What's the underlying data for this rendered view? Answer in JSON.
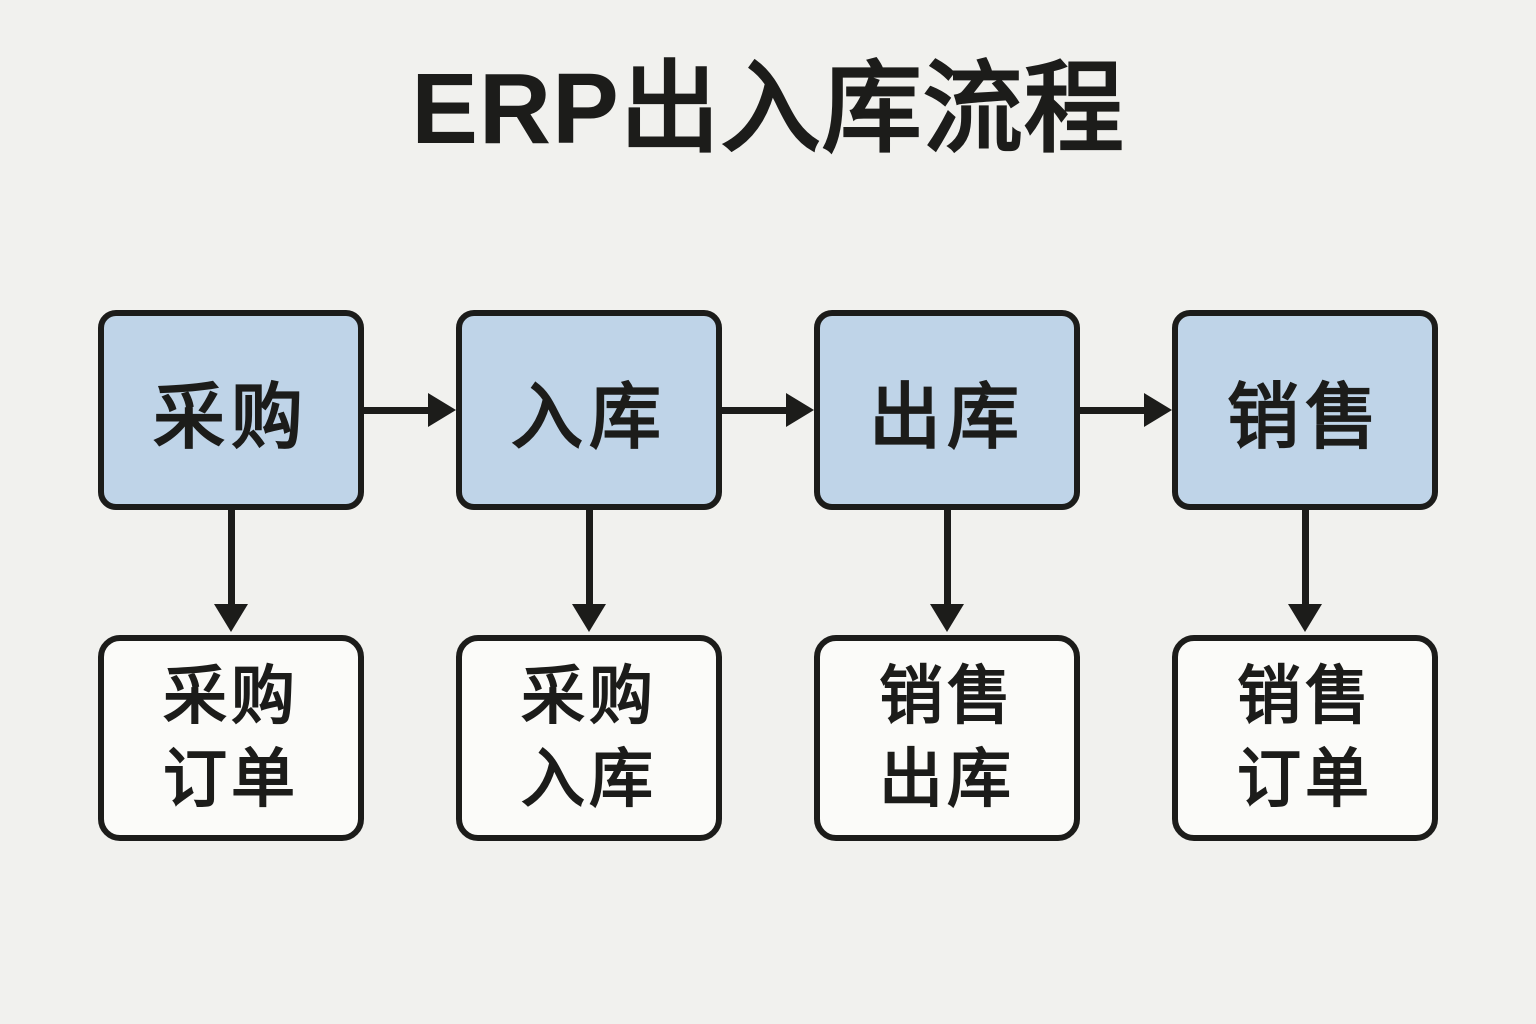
{
  "title": "ERP出入库流程",
  "colors": {
    "background": "#f1f1ee",
    "process_fill": "#bfd4e8",
    "document_fill": "#fbfbf9",
    "stroke": "#1c1c1a"
  },
  "flow": {
    "columns": [
      {
        "process": "采购",
        "document": "采购\n订单"
      },
      {
        "process": "入库",
        "document": "采购\n入库"
      },
      {
        "process": "出库",
        "document": "销售\n出库"
      },
      {
        "process": "销售",
        "document": "销售\n订单"
      }
    ]
  }
}
